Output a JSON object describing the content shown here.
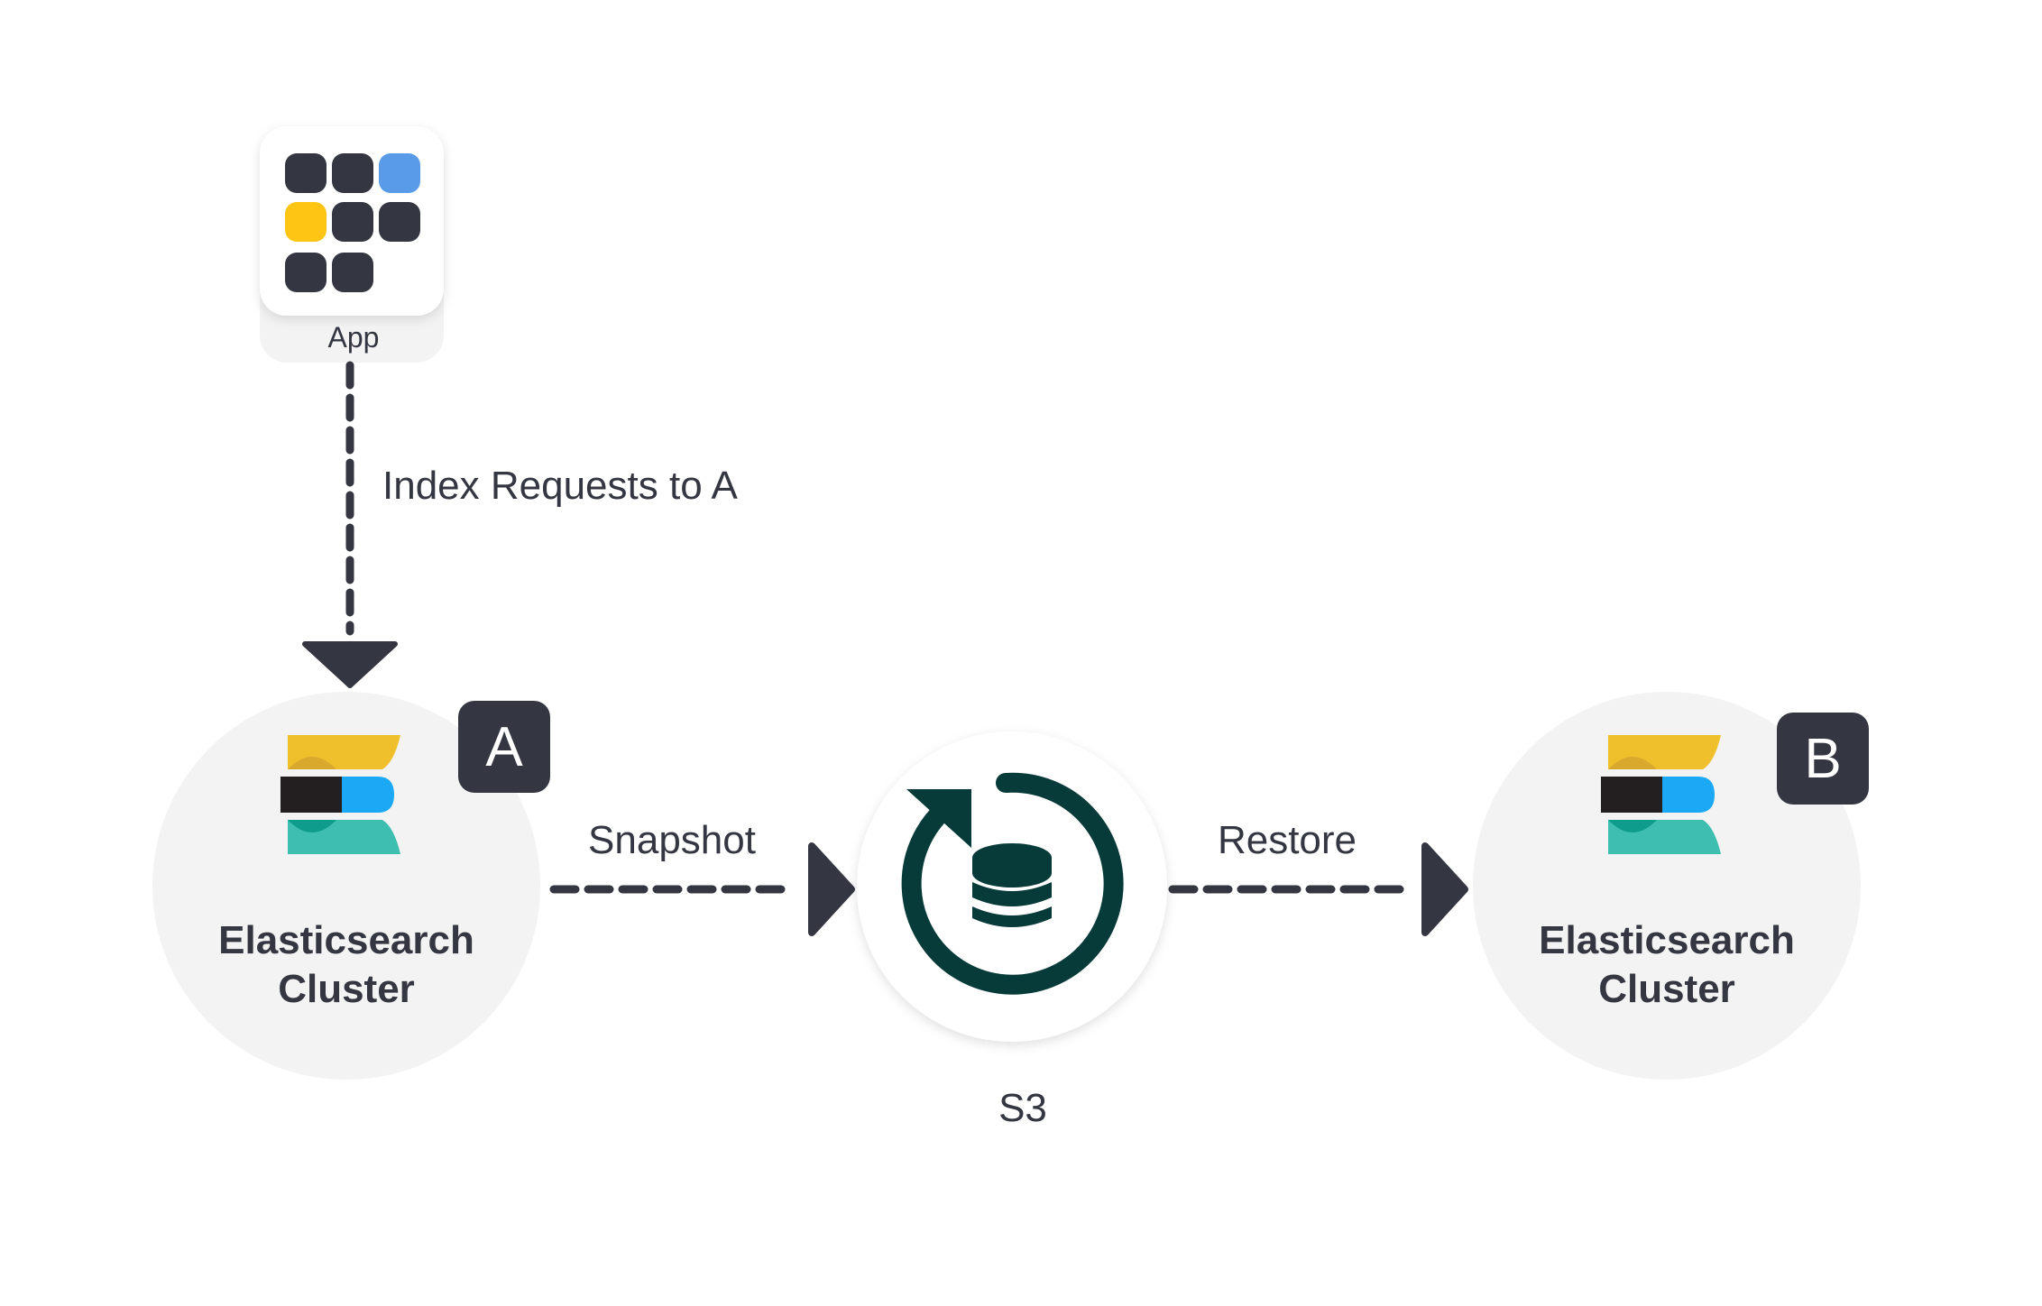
{
  "app": {
    "label": "App"
  },
  "edges": {
    "index_requests": "Index Requests to A",
    "snapshot": "Snapshot",
    "restore": "Restore"
  },
  "cluster_a": {
    "badge": "A",
    "title_line1": "Elasticsearch",
    "title_line2": "Cluster"
  },
  "cluster_b": {
    "badge": "B",
    "title_line1": "Elasticsearch",
    "title_line2": "Cluster"
  },
  "s3": {
    "label": "S3"
  },
  "colors": {
    "dark": "#343741",
    "circle_bg": "#f3f3f3",
    "app_blue": "#5a9be8",
    "app_yellow": "#fec514",
    "s3_teal": "#073b3a",
    "es_yellow": "#f0c02c",
    "es_blue": "#1ba9f5",
    "es_teal": "#3ebeb0"
  },
  "icons": {
    "app": "app-grid-icon",
    "elasticsearch": "elasticsearch-logo-icon",
    "s3": "s3-snapshot-icon"
  }
}
